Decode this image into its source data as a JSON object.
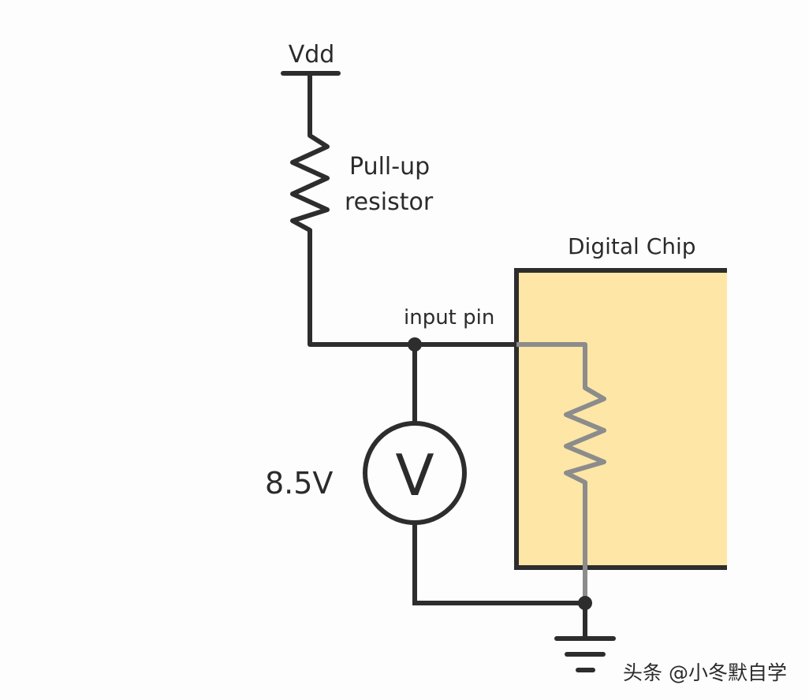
{
  "labels": {
    "supply": "Vdd",
    "resistor_line1": "Pull-up",
    "resistor_line2": "resistor",
    "chip": "Digital Chip",
    "pin": "input pin",
    "voltage": "8.5V",
    "meter_symbol": "V",
    "watermark": "头条 @小冬默自学"
  },
  "colors": {
    "wire": "#2d2d2d",
    "internal_wire": "#8c8c8c",
    "chip_fill": "#fde6a6",
    "background": "#fdfdfd"
  }
}
